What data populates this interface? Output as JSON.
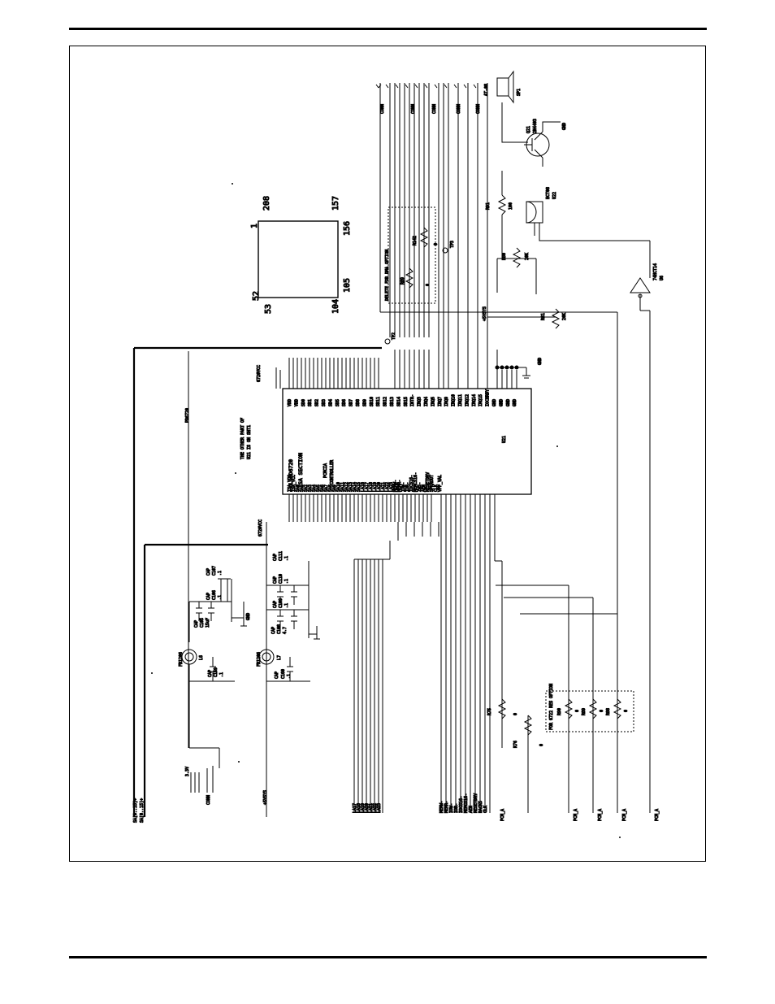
{
  "outline": {
    "n1": "1",
    "n208": "208",
    "n157": "157",
    "n156": "156",
    "n52": "52",
    "n53": "53",
    "n104": "104",
    "n105": "105"
  },
  "chip": {
    "line1": "CL-PD6720",
    "line2": "ISA SECTION",
    "line3": "PCMCIA",
    "line4": "CONTROLLER",
    "ref": "U21",
    "note1": "THE OTHER PART OF",
    "note2": "U21 IS ON SHT1",
    "left_pins": [
      "ISA_VCC",
      "ISA_VCC",
      "SA0",
      "SA1",
      "SA2",
      "SA3",
      "SA4",
      "SA5",
      "SA6",
      "SA7",
      "SA8",
      "SA9",
      "SA10",
      "SA11",
      "SA12",
      "SA13",
      "SA14",
      "SA15",
      "LA16",
      "LA17",
      "LA18",
      "LA19",
      "LA20",
      "LA21",
      "LA22",
      "LA23",
      "MEMW-",
      "MEMR-",
      "IOW-",
      "IOR-",
      "IOCS16-",
      "MEMCS16-",
      "ZWS-",
      "AEN",
      "RESETDRV",
      "SPKROUT",
      "CLK",
      "VPP_VAL"
    ],
    "right_pins": [
      "VDD",
      "VDD",
      "SD0",
      "SD1",
      "SD2",
      "SD3",
      "SD4",
      "SD5",
      "SD6",
      "SD7",
      "SD8",
      "SD9",
      "SD10",
      "SD11",
      "SD12",
      "SD13",
      "SD14",
      "SD15",
      "INTR-",
      "IRQ3",
      "IRQ4",
      "IRQ5",
      "IRQ7",
      "IRQ9",
      "IRQ10",
      "IRQ11",
      "IRQ12",
      "IRQ14",
      "IRQ15",
      "IOCHRDY",
      "GND",
      "GND",
      "GND",
      "GND"
    ]
  },
  "power": {
    "pd6720": "PD6720",
    "pd6720vcc": "6720VCC",
    "v33": "3.3V",
    "v5": "+5VSYS",
    "gnd": "GND"
  },
  "caps": [
    {
      "ref": "C159",
      "val": ".1",
      "lbl": "CAP"
    },
    {
      "ref": "C105",
      "val": "15uF",
      "lbl": "CAP"
    },
    {
      "ref": "C106",
      "val": ".1",
      "lbl": "CAP"
    },
    {
      "ref": "C107",
      "val": ".1",
      "lbl": "CAP"
    },
    {
      "ref": "C160",
      "val": ".1",
      "lbl": "CAP"
    },
    {
      "ref": "C108",
      "val": "4.7",
      "lbl": "CAP"
    },
    {
      "ref": "C109",
      "val": ".1",
      "lbl": "CAP"
    },
    {
      "ref": "C110",
      "val": ".1",
      "lbl": "CAP"
    },
    {
      "ref": "C111",
      "val": ".1",
      "lbl": "CAP"
    }
  ],
  "ferrites": [
    {
      "ref": "L6",
      "val": "FB1206"
    },
    {
      "ref": "L7",
      "val": "FB1206"
    }
  ],
  "resistors": [
    {
      "ref": "R75",
      "val": "0"
    },
    {
      "ref": "R76",
      "val": "0"
    },
    {
      "ref": "R90",
      "val": "0"
    },
    {
      "ref": "R89",
      "val": "0"
    },
    {
      "ref": "R88",
      "val": "0"
    },
    {
      "ref": "R81",
      "val": "20K"
    },
    {
      "ref": "R80",
      "val": "20K"
    },
    {
      "ref": "R91",
      "val": "100"
    },
    {
      "ref": "R89",
      "val": "0"
    },
    {
      "ref": "R142",
      "val": "0"
    }
  ],
  "parts": {
    "q21": "Q21",
    "q21v": "2N4403",
    "u22": "U22",
    "u22v": "HCT08",
    "u6": "U6",
    "u6v": "74HCT14",
    "sp1": "SP1",
    "sp1v": "AT-08",
    "tp2": "TP2",
    "tp3": "TP3",
    "dma_note": "DELETE FOR DMA OPTION",
    "rs_note": "FOR 6722 RES OPTION"
  },
  "conn_labels": [
    "CONN",
    "CONN",
    "CONN",
    "CONN",
    "CONN",
    "CONN",
    "CONN"
  ],
  "bottom_nets": [
    "LA17",
    "LA18",
    "LA19",
    "LA20",
    "LA21",
    "LA22",
    "LA23",
    "MEMW-",
    "MEMR-",
    "IOW-",
    "IOR-",
    "IOCS16-",
    "MEMCS16-",
    "AEN",
    "RESETDRV",
    "DACK5",
    "CLK",
    "PCM_A"
  ],
  "bottom_side_labels": [
    "SA[0..15]+",
    "SA[0..15]+",
    "3.3V",
    "GND"
  ]
}
